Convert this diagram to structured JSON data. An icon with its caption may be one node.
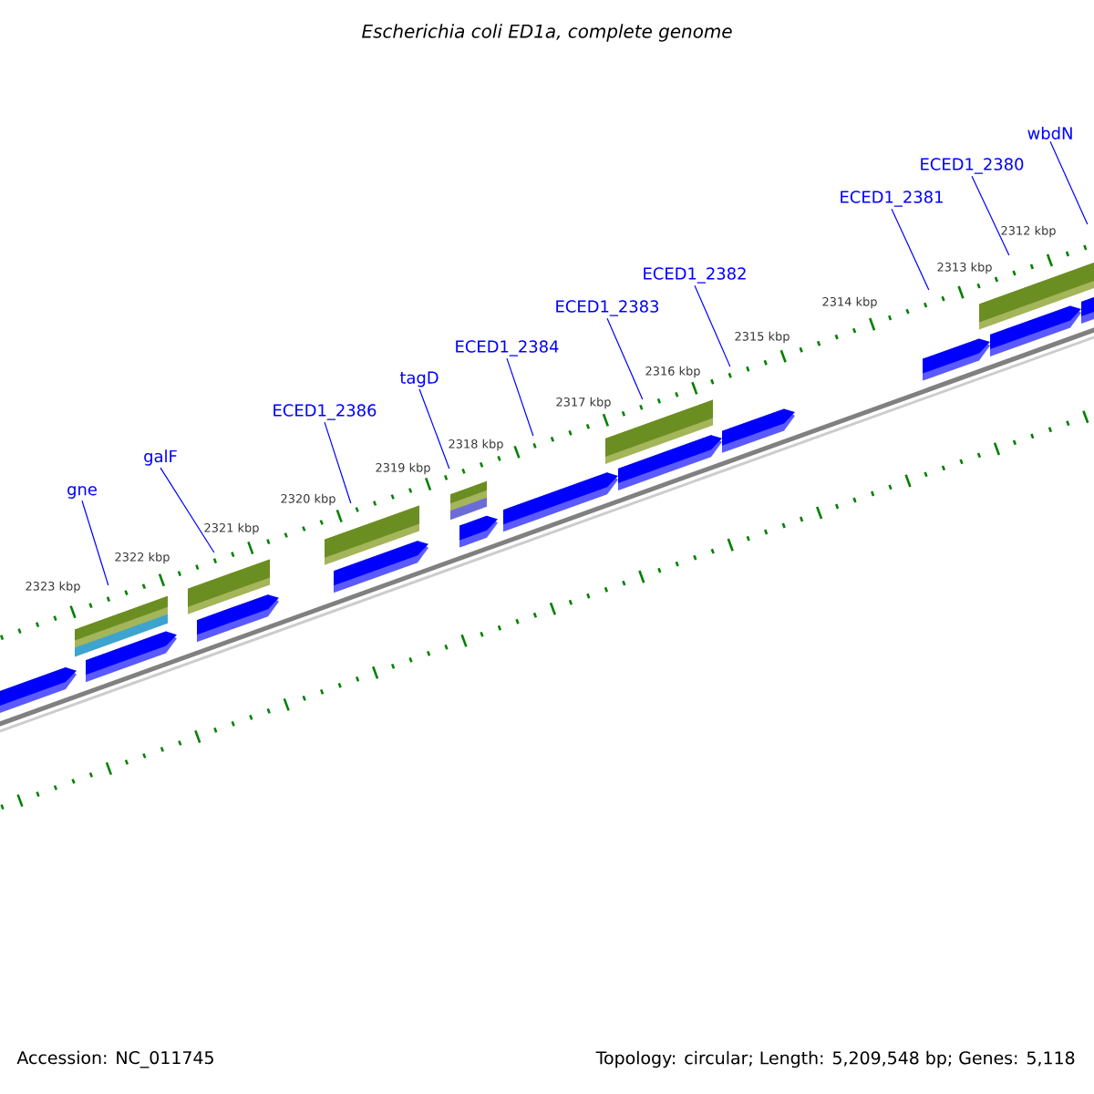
{
  "diagram": {
    "title": "Escherichia coli ED1a, complete genome",
    "nodes": [
      {
        "text": [
          "gne"
        ]
      },
      {
        "text": [
          "galF"
        ]
      },
      {
        "text": [
          "ECED1_2386"
        ]
      },
      {
        "text": [
          "tagD"
        ]
      },
      {
        "text": [
          "ECED1_2384"
        ]
      },
      {
        "text": [
          "ECED1_2383"
        ]
      },
      {
        "text": [
          "ECED1_2382"
        ]
      },
      {
        "text": [
          "ECED1_2381"
        ]
      },
      {
        "text": [
          "ECED1_2380"
        ]
      },
      {
        "text": [
          "wbdN"
        ]
      }
    ],
    "edges": [
      {
        "from": 0,
        "to": null,
        "arrow": "none"
      },
      {
        "from": 1,
        "to": null,
        "arrow": "none"
      },
      {
        "from": 2,
        "to": null,
        "arrow": "none"
      },
      {
        "from": 3,
        "to": null,
        "arrow": "none"
      },
      {
        "from": 4,
        "to": null,
        "arrow": "none"
      },
      {
        "from": 5,
        "to": null,
        "arrow": "none"
      },
      {
        "from": 6,
        "to": null,
        "arrow": "none"
      },
      {
        "from": 7,
        "to": null,
        "arrow": "none"
      },
      {
        "from": 8,
        "to": null,
        "arrow": "none"
      },
      {
        "from": 9,
        "to": null,
        "arrow": "none"
      }
    ],
    "labels": [
      "2323 kbp",
      "2322 kbp",
      "2321 kbp",
      "2320 kbp",
      "2319 kbp",
      "2318 kbp",
      "2317 kbp",
      "2316 kbp",
      "2315 kbp",
      "2314 kbp",
      "2313 kbp",
      "2312 kbp",
      "Accession: NC_011745",
      "Topology: circular; Length: 5,209,548 bp; Genes: 5,118"
    ]
  }
}
